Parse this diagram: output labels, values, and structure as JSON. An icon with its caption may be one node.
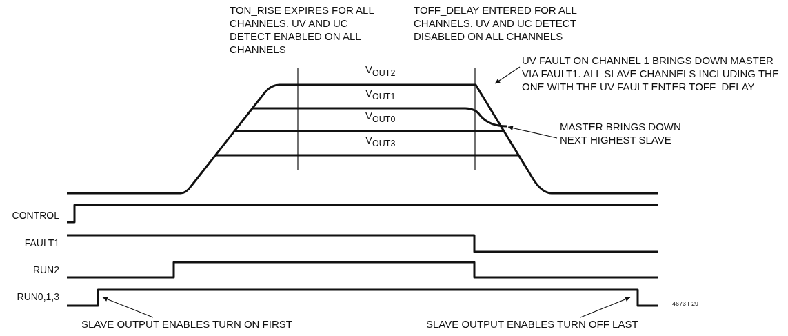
{
  "diagram": {
    "nodes": [
      {
        "text": [
          "UV FAULT ON CHANNEL 1 BRINGS DOWN MASTER VIA FAULT1. ALL SLAVE CHANNELS INCLUDING THE ONE WITH THE UV FAULT ENTER TOFF_DELAY"
        ]
      },
      {
        "text": [
          "MASTER BRINGS DOWN NEXT HIGHEST SLAVE"
        ]
      },
      {
        "text": [
          "SLAVE OUTPUT ENABLES TURN ON FIRST"
        ]
      },
      {
        "text": [
          "SLAVE OUTPUT ENABLES TURN OFF LAST"
        ]
      }
    ],
    "edges": [
      {
        "from": 0,
        "to": null,
        "arrow": "to"
      },
      {
        "from": 1,
        "to": null,
        "arrow": "to"
      },
      {
        "from": 2,
        "to": null,
        "arrow": "to"
      },
      {
        "from": 3,
        "to": null,
        "arrow": "to"
      }
    ],
    "labels": [
      "TON_RISE EXPIRES FOR ALL CHANNELS. UV AND UC DETECT ENABLED ON ALL CHANNELS",
      "TOFF_DELAY ENTERED FOR ALL CHANNELS. UV AND UC DETECT DISABLED ON ALL CHANNELS",
      "V$_{OUT2}$",
      "V$_{OUT1}$",
      "V$_{OUT0}$",
      "V$_{OUT3}$",
      "CONTROL",
      "FAULT1",
      "RUN2",
      "RUN0,1,3",
      "4673 F29"
    ]
  }
}
